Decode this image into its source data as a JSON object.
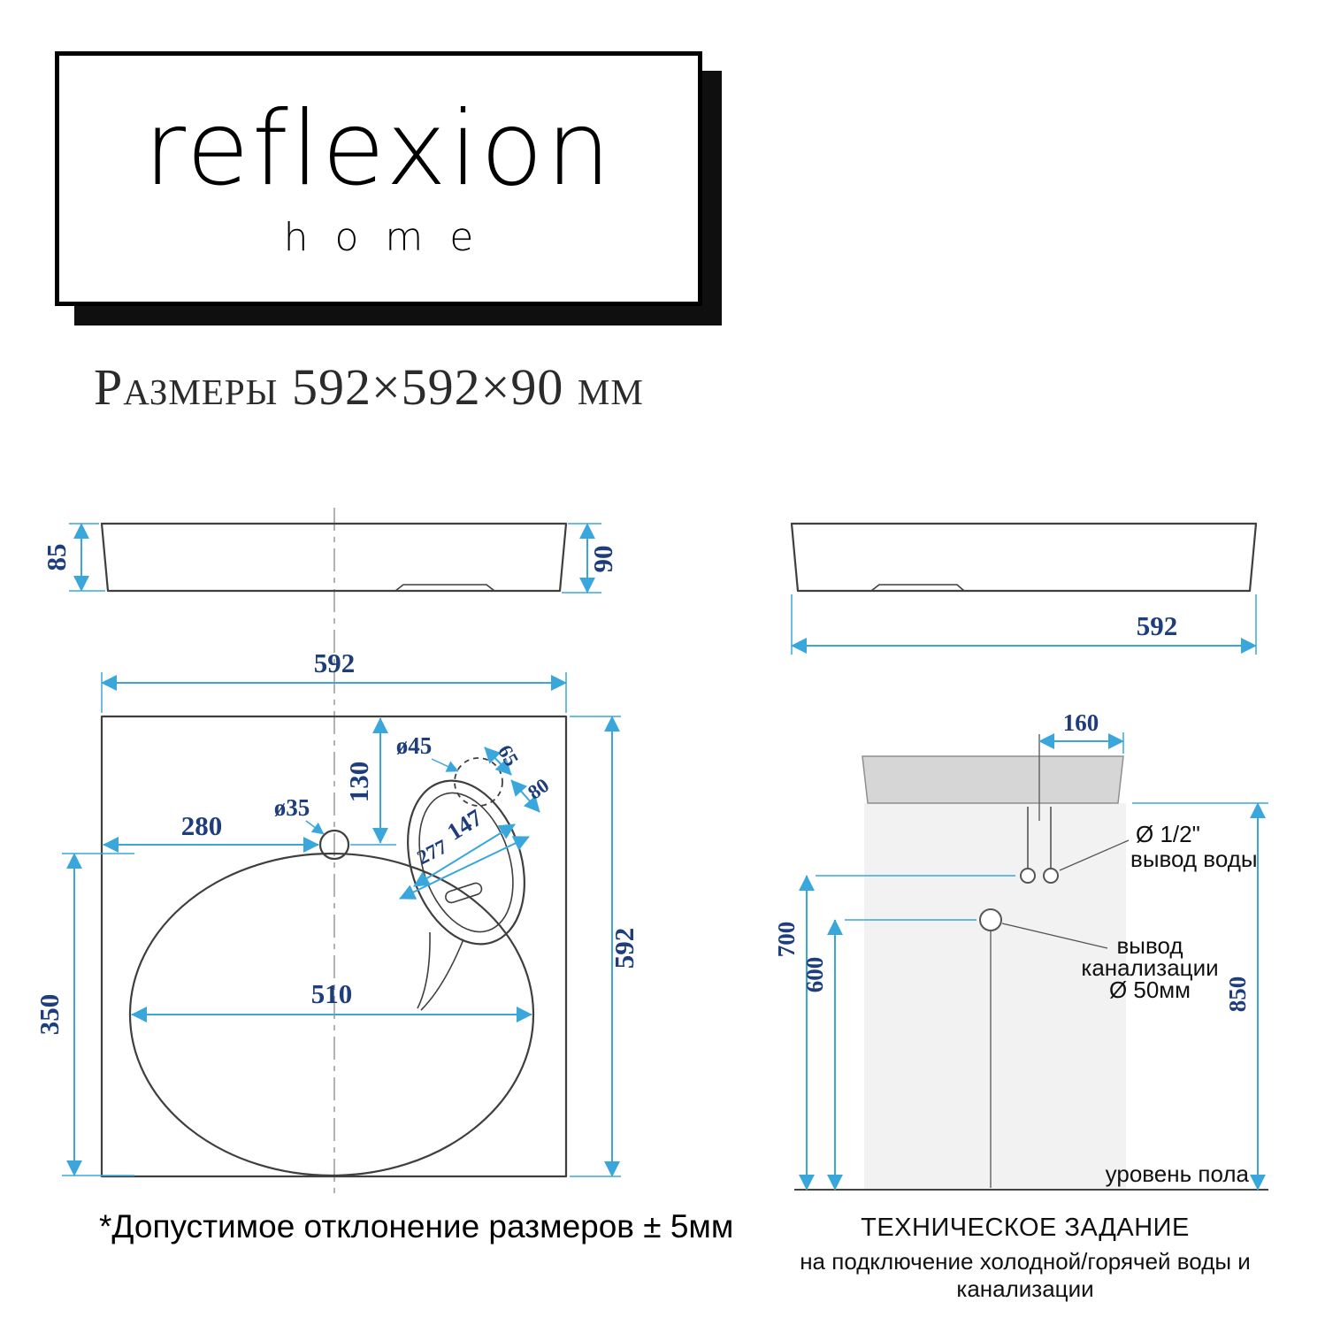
{
  "logo": {
    "brand": "reflexion",
    "home": "home"
  },
  "title": "Размеры 592×592×90 мм",
  "note": "*Допустимое отклонение размеров ± 5мм",
  "front_view": {
    "dim_left": "85",
    "dim_right": "90"
  },
  "top_view": {
    "dim_width": "592",
    "dim_height": "592",
    "dim_faucet_x": "280",
    "dim_faucet_y": "130",
    "faucet_diameter": "ø35",
    "drain_diameter": "ø45",
    "dim_65": "65",
    "dim_80": "80",
    "dim_147": "147",
    "dim_277": "277",
    "bowl_width": "510",
    "bowl_height": "350"
  },
  "side_view": {
    "dim_width": "592"
  },
  "installation": {
    "dim_water_offset": "160",
    "dim_water_height": "700",
    "dim_drain_height": "600",
    "dim_total_height": "850",
    "water_label_line1": "Ø 1/2\"",
    "water_label_line2": "вывод воды",
    "drain_label_line1": "вывод",
    "drain_label_line2": "канализации",
    "drain_label_line3": "Ø 50мм",
    "floor_label": "уровень пола",
    "caption_line1": "ТЕХНИЧЕСКОЕ ЗАДАНИЕ",
    "caption_line2": "на подключение холодной/горячей воды и канализации"
  },
  "colors": {
    "dimension_line": "#3aa7dc",
    "dimension_text": "#1d3d7b",
    "outline": "#3f3f3f"
  }
}
